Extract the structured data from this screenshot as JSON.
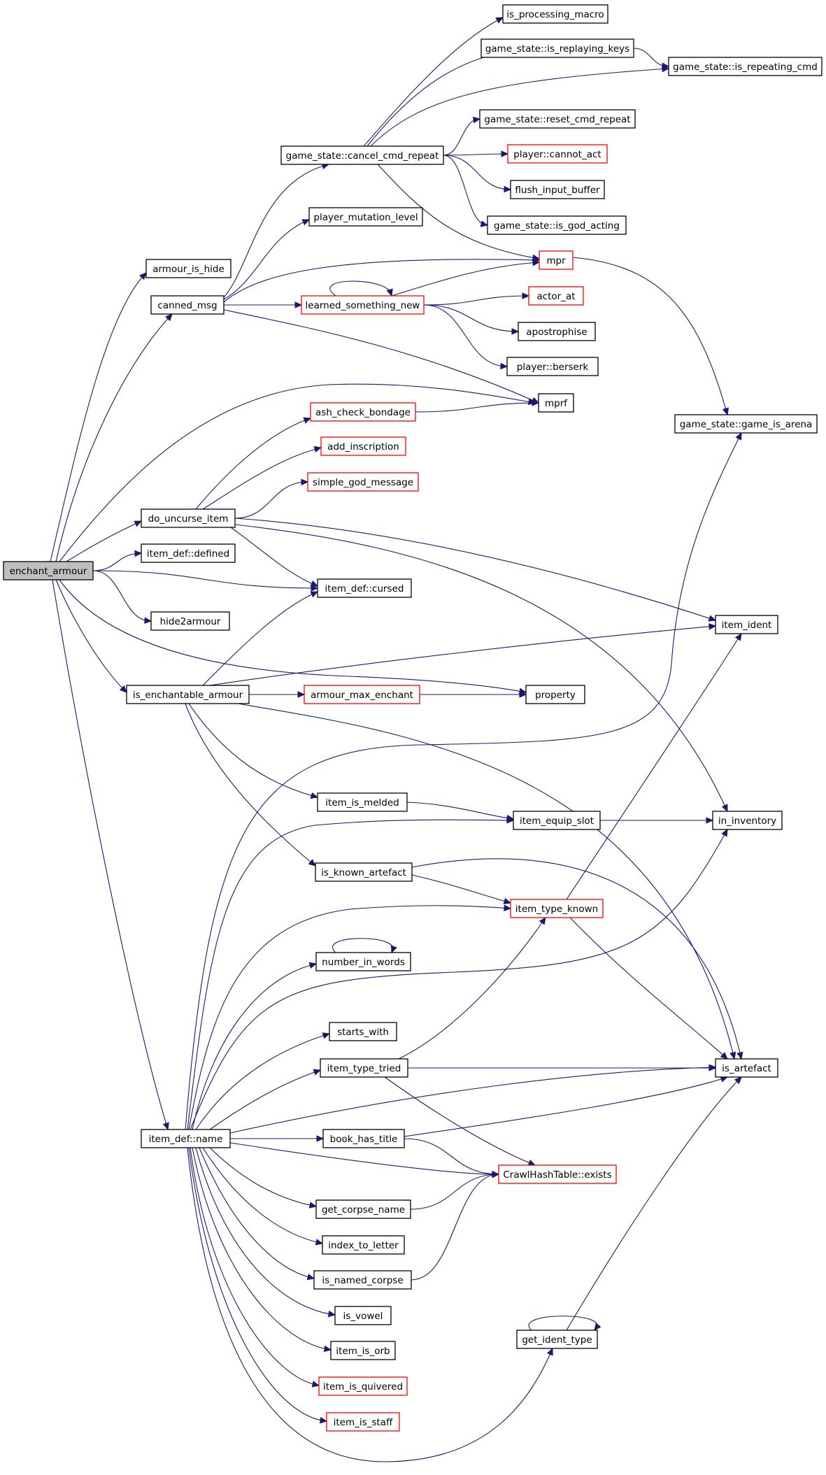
{
  "colors": {
    "edge": "#191970",
    "root_fill": "#bfbfbf",
    "box_fill": "#ffffff",
    "stroke_normal": "#000000",
    "stroke_truncated": "#ff0000"
  },
  "nodes": {
    "enchant_armour": {
      "label": "enchant_armour",
      "root": true
    },
    "armour_is_hide": {
      "label": "armour_is_hide"
    },
    "canned_msg": {
      "label": "canned_msg"
    },
    "do_uncurse_item": {
      "label": "do_uncurse_item"
    },
    "item_def_defined": {
      "label": "item_def::defined"
    },
    "hide2armour": {
      "label": "hide2armour"
    },
    "is_enchantable_armour": {
      "label": "is_enchantable_armour"
    },
    "item_def_name": {
      "label": "item_def::name"
    },
    "is_processing_macro": {
      "label": "is_processing_macro"
    },
    "game_state_is_replaying_keys": {
      "label": "game_state::is_replaying_keys"
    },
    "game_state_is_repeating_cmd": {
      "label": "game_state::is_repeating_cmd"
    },
    "game_state_reset_cmd_repeat": {
      "label": "game_state::reset_cmd_repeat"
    },
    "game_state_cancel_cmd_repeat": {
      "label": "game_state::cancel_cmd_repeat"
    },
    "player_cannot_act": {
      "label": "player::cannot_act",
      "truncated": true
    },
    "flush_input_buffer": {
      "label": "flush_input_buffer"
    },
    "game_state_is_god_acting": {
      "label": "game_state::is_god_acting"
    },
    "player_mutation_level": {
      "label": "player_mutation_level"
    },
    "mpr": {
      "label": "mpr",
      "truncated": true
    },
    "learned_something_new": {
      "label": "learned_something_new",
      "truncated": true
    },
    "actor_at": {
      "label": "actor_at",
      "truncated": true
    },
    "apostrophise": {
      "label": "apostrophise"
    },
    "player_berserk": {
      "label": "player::berserk"
    },
    "mprf": {
      "label": "mprf"
    },
    "ash_check_bondage": {
      "label": "ash_check_bondage",
      "truncated": true
    },
    "game_state_game_is_arena": {
      "label": "game_state::game_is_arena"
    },
    "add_inscription": {
      "label": "add_inscription",
      "truncated": true
    },
    "simple_god_message": {
      "label": "simple_god_message",
      "truncated": true
    },
    "item_def_cursed": {
      "label": "item_def::cursed"
    },
    "item_ident": {
      "label": "item_ident"
    },
    "armour_max_enchant": {
      "label": "armour_max_enchant",
      "truncated": true
    },
    "property": {
      "label": "property"
    },
    "item_is_melded": {
      "label": "item_is_melded"
    },
    "item_equip_slot": {
      "label": "item_equip_slot"
    },
    "in_inventory": {
      "label": "in_inventory"
    },
    "is_known_artefact": {
      "label": "is_known_artefact"
    },
    "item_type_known": {
      "label": "item_type_known",
      "truncated": true
    },
    "number_in_words": {
      "label": "number_in_words"
    },
    "starts_with": {
      "label": "starts_with"
    },
    "item_type_tried": {
      "label": "item_type_tried"
    },
    "is_artefact": {
      "label": "is_artefact"
    },
    "book_has_title": {
      "label": "book_has_title"
    },
    "crawl_hash_table_exists": {
      "label": "CrawlHashTable::exists",
      "truncated": true
    },
    "get_corpse_name": {
      "label": "get_corpse_name"
    },
    "index_to_letter": {
      "label": "index_to_letter"
    },
    "is_named_corpse": {
      "label": "is_named_corpse"
    },
    "is_vowel": {
      "label": "is_vowel"
    },
    "item_is_orb": {
      "label": "item_is_orb"
    },
    "item_is_quivered": {
      "label": "item_is_quivered",
      "truncated": true
    },
    "item_is_staff": {
      "label": "item_is_staff",
      "truncated": true
    },
    "get_ident_type": {
      "label": "get_ident_type"
    }
  },
  "edges": [
    [
      "enchant_armour",
      "armour_is_hide"
    ],
    [
      "enchant_armour",
      "canned_msg"
    ],
    [
      "enchant_armour",
      "mprf"
    ],
    [
      "enchant_armour",
      "do_uncurse_item"
    ],
    [
      "enchant_armour",
      "item_def_defined"
    ],
    [
      "enchant_armour",
      "item_def_cursed"
    ],
    [
      "enchant_armour",
      "hide2armour"
    ],
    [
      "enchant_armour",
      "is_enchantable_armour"
    ],
    [
      "enchant_armour",
      "property"
    ],
    [
      "enchant_armour",
      "item_def_name"
    ],
    [
      "canned_msg",
      "game_state_cancel_cmd_repeat"
    ],
    [
      "canned_msg",
      "player_mutation_level"
    ],
    [
      "canned_msg",
      "mpr"
    ],
    [
      "canned_msg",
      "learned_something_new"
    ],
    [
      "canned_msg",
      "mprf"
    ],
    [
      "game_state_cancel_cmd_repeat",
      "is_processing_macro"
    ],
    [
      "game_state_cancel_cmd_repeat",
      "game_state_is_replaying_keys"
    ],
    [
      "game_state_cancel_cmd_repeat",
      "game_state_is_repeating_cmd"
    ],
    [
      "game_state_cancel_cmd_repeat",
      "game_state_reset_cmd_repeat"
    ],
    [
      "game_state_cancel_cmd_repeat",
      "player_cannot_act"
    ],
    [
      "game_state_cancel_cmd_repeat",
      "flush_input_buffer"
    ],
    [
      "game_state_cancel_cmd_repeat",
      "game_state_is_god_acting"
    ],
    [
      "game_state_cancel_cmd_repeat",
      "mpr"
    ],
    [
      "game_state_is_replaying_keys",
      "game_state_is_repeating_cmd"
    ],
    [
      "learned_something_new",
      "learned_something_new"
    ],
    [
      "learned_something_new",
      "mpr"
    ],
    [
      "learned_something_new",
      "actor_at"
    ],
    [
      "learned_something_new",
      "apostrophise"
    ],
    [
      "learned_something_new",
      "player_berserk"
    ],
    [
      "mpr",
      "game_state_game_is_arena"
    ],
    [
      "ash_check_bondage",
      "mprf"
    ],
    [
      "do_uncurse_item",
      "ash_check_bondage"
    ],
    [
      "do_uncurse_item",
      "add_inscription"
    ],
    [
      "do_uncurse_item",
      "simple_god_message"
    ],
    [
      "do_uncurse_item",
      "item_def_cursed"
    ],
    [
      "do_uncurse_item",
      "item_ident"
    ],
    [
      "do_uncurse_item",
      "in_inventory"
    ],
    [
      "is_enchantable_armour",
      "item_def_cursed"
    ],
    [
      "is_enchantable_armour",
      "item_ident"
    ],
    [
      "is_enchantable_armour",
      "armour_max_enchant"
    ],
    [
      "is_enchantable_armour",
      "is_artefact"
    ],
    [
      "is_enchantable_armour",
      "item_is_melded"
    ],
    [
      "is_enchantable_armour",
      "is_known_artefact"
    ],
    [
      "armour_max_enchant",
      "property"
    ],
    [
      "item_is_melded",
      "item_equip_slot"
    ],
    [
      "item_equip_slot",
      "in_inventory"
    ],
    [
      "is_known_artefact",
      "item_type_known"
    ],
    [
      "is_known_artefact",
      "is_artefact"
    ],
    [
      "item_type_known",
      "item_ident"
    ],
    [
      "item_type_known",
      "is_artefact"
    ],
    [
      "number_in_words",
      "number_in_words"
    ],
    [
      "item_type_tried",
      "item_type_known"
    ],
    [
      "item_type_tried",
      "is_artefact"
    ],
    [
      "item_type_tried",
      "crawl_hash_table_exists"
    ],
    [
      "book_has_title",
      "is_artefact"
    ],
    [
      "book_has_title",
      "crawl_hash_table_exists"
    ],
    [
      "get_corpse_name",
      "crawl_hash_table_exists"
    ],
    [
      "is_named_corpse",
      "crawl_hash_table_exists"
    ],
    [
      "get_ident_type",
      "get_ident_type"
    ],
    [
      "get_ident_type",
      "is_artefact"
    ],
    [
      "item_def_name",
      "game_state_game_is_arena"
    ],
    [
      "item_def_name",
      "item_equip_slot"
    ],
    [
      "item_def_name",
      "item_type_known"
    ],
    [
      "item_def_name",
      "in_inventory"
    ],
    [
      "item_def_name",
      "number_in_words"
    ],
    [
      "item_def_name",
      "starts_with"
    ],
    [
      "item_def_name",
      "item_type_tried"
    ],
    [
      "item_def_name",
      "is_artefact"
    ],
    [
      "item_def_name",
      "book_has_title"
    ],
    [
      "item_def_name",
      "crawl_hash_table_exists"
    ],
    [
      "item_def_name",
      "get_corpse_name"
    ],
    [
      "item_def_name",
      "index_to_letter"
    ],
    [
      "item_def_name",
      "is_named_corpse"
    ],
    [
      "item_def_name",
      "is_vowel"
    ],
    [
      "item_def_name",
      "item_is_orb"
    ],
    [
      "item_def_name",
      "item_is_quivered"
    ],
    [
      "item_def_name",
      "item_is_staff"
    ],
    [
      "item_def_name",
      "get_ident_type"
    ]
  ]
}
